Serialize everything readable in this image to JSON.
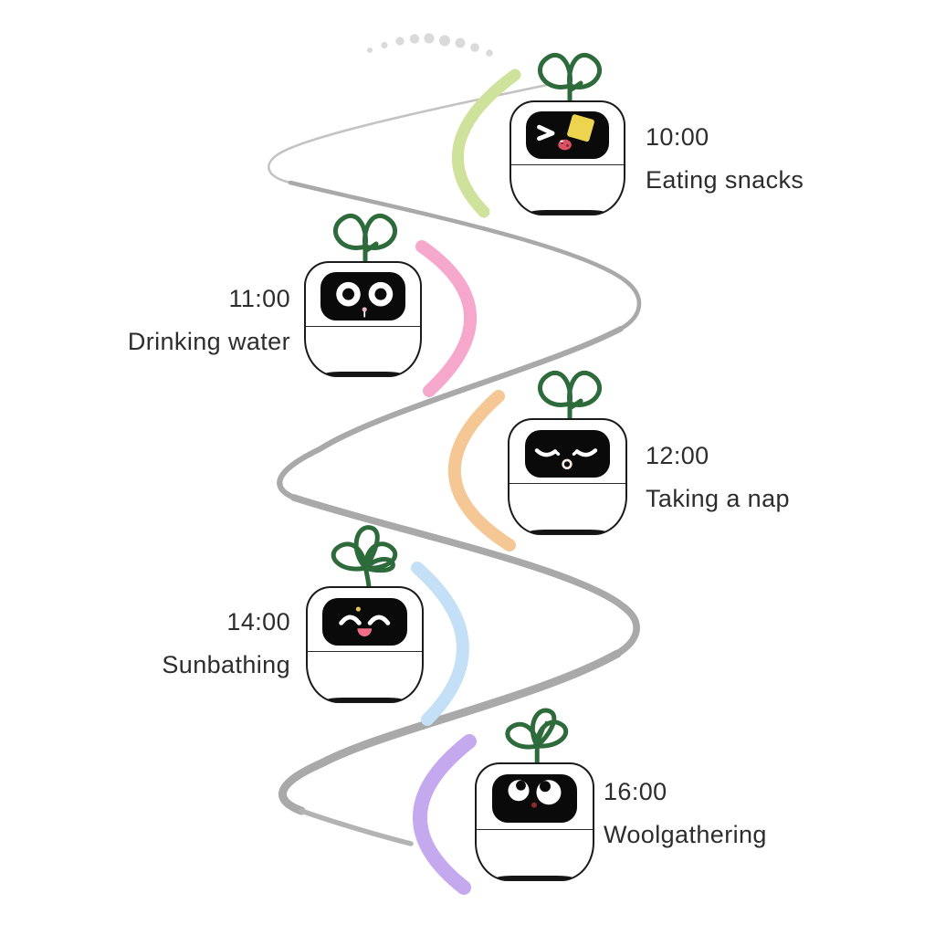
{
  "canvas": {
    "background": "#ffffff"
  },
  "palette": {
    "path_gray": "#a9a9a9",
    "path_gray_light": "#c3c3c3",
    "path_gray_tail": "#b3b3b3",
    "dots_gray": "#dadada",
    "sprout_green": "#2d6b3b",
    "text_color": "#2d2d2d",
    "snack_yellow": "#ecd44e",
    "mouth_red": "#dd5263",
    "tongue_pink": "#ee6f86",
    "sparkle_yellow": "#e6c44c",
    "drip_pink": "#eeb7c4",
    "sleep_mouth_ring": "#f5e9e4",
    "daydream_mouth": "#8a2a2a"
  },
  "timeline": {
    "items": [
      {
        "time": "10:00",
        "activity": "Eating snacks",
        "side": "right",
        "arc_color": "#cfe29b",
        "expression": "winking-eating-snack",
        "sprout": "two-leaf"
      },
      {
        "time": "11:00",
        "activity": "Drinking water",
        "side": "left",
        "arc_color": "#f6a8cc",
        "expression": "wide-eyes",
        "sprout": "two-leaf"
      },
      {
        "time": "12:00",
        "activity": "Taking a nap",
        "side": "right",
        "arc_color": "#f4c795",
        "expression": "sleeping",
        "sprout": "two-leaf"
      },
      {
        "time": "14:00",
        "activity": "Sunbathing",
        "side": "left",
        "arc_color": "#c4e0f6",
        "expression": "smiling",
        "sprout": "four-leaf"
      },
      {
        "time": "16:00",
        "activity": "Woolgathering",
        "side": "right",
        "arc_color": "#c5a9ef",
        "expression": "eyes-looking-up",
        "sprout": "three-leaf"
      }
    ]
  }
}
